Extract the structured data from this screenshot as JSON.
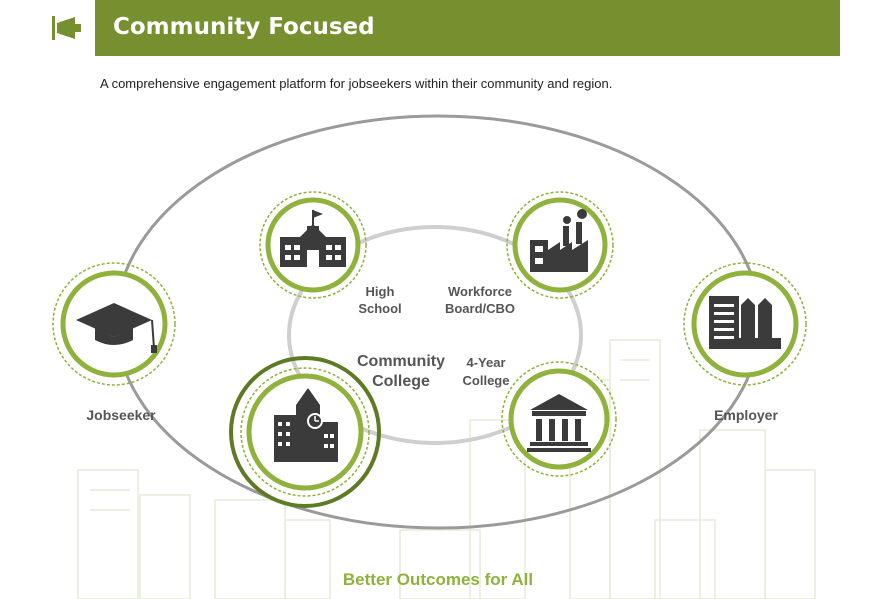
{
  "header": {
    "title": "Community Focused",
    "logo_icon": "megaphone-icon"
  },
  "subtitle": "A comprehensive engagement platform for jobseekers within their community and region.",
  "nodes": {
    "jobseeker": {
      "label": "Jobseeker",
      "icon": "graduation-cap-icon"
    },
    "high_school": {
      "label_line1": "High",
      "label_line2": "School",
      "icon": "school-building-icon"
    },
    "workforce": {
      "label_line1": "Workforce",
      "label_line2": "Board/CBO",
      "icon": "factory-icon"
    },
    "community_college": {
      "label_line1": "Community",
      "label_line2": "College",
      "icon": "clock-tower-icon"
    },
    "four_year": {
      "label_line1": "4-Year",
      "label_line2": "College",
      "icon": "columned-building-icon"
    },
    "employer": {
      "label": "Employer",
      "icon": "office-building-icon"
    }
  },
  "footer": {
    "tagline": "Better Outcomes for All"
  },
  "colors": {
    "brand_green": "#76902f",
    "accent_green": "#8fb23c",
    "dark_green": "#5e7a24",
    "ring_gray": "#999999",
    "inner_ring_gray": "#d0d0d0",
    "icon_dark": "#3b3b3b"
  }
}
